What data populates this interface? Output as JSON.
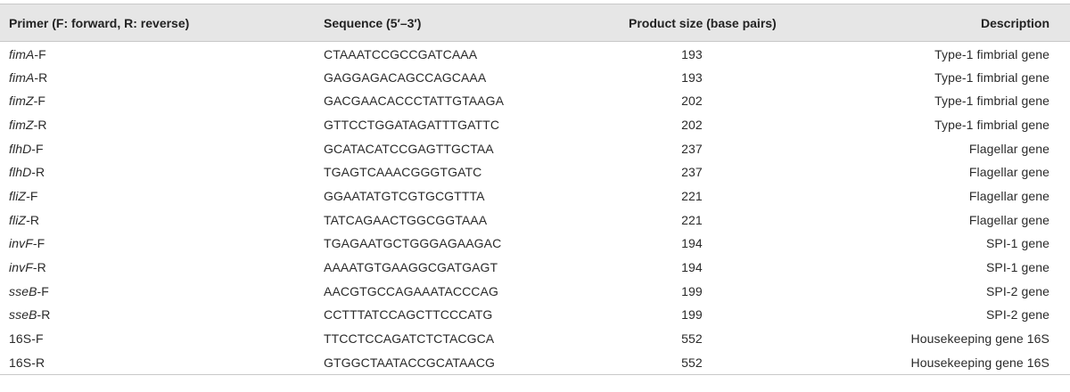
{
  "table": {
    "headers": {
      "primer": "Primer (F: forward, R: reverse)",
      "sequence": "Sequence (5′–3′)",
      "size": "Product size (base pairs)",
      "description": "Description"
    },
    "rows": [
      {
        "gene": "fimA",
        "suffix": "-F",
        "sequence": "CTAAATCCGCCGATCAAA",
        "size": "193",
        "description": "Type-1 fimbrial gene"
      },
      {
        "gene": "fimA",
        "suffix": "-R",
        "sequence": "GAGGAGACAGCCAGCAAA",
        "size": "193",
        "description": "Type-1 fimbrial gene"
      },
      {
        "gene": "fimZ",
        "suffix": "-F",
        "sequence": "GACGAACACCCTATTGTAAGA",
        "size": "202",
        "description": "Type-1 fimbrial gene"
      },
      {
        "gene": "fimZ",
        "suffix": "-R",
        "sequence": "GTTCCTGGATAGATTTGATTC",
        "size": "202",
        "description": "Type-1 fimbrial gene"
      },
      {
        "gene": "flhD",
        "suffix": "-F",
        "sequence": "GCATACATCCGAGTTGCTAA",
        "size": "237",
        "description": "Flagellar gene"
      },
      {
        "gene": "flhD",
        "suffix": "-R",
        "sequence": "TGAGTCAAACGGGTGATC",
        "size": "237",
        "description": "Flagellar gene"
      },
      {
        "gene": "fliZ",
        "suffix": "-F",
        "sequence": "GGAATATGTCGTGCGTTTA",
        "size": "221",
        "description": "Flagellar gene"
      },
      {
        "gene": "fliZ",
        "suffix": "-R",
        "sequence": "TATCAGAACTGGCGGTAAA",
        "size": "221",
        "description": "Flagellar gene"
      },
      {
        "gene": "invF",
        "suffix": "-F",
        "sequence": "TGAGAATGCTGGGAGAAGAC",
        "size": "194",
        "description": "SPI-1 gene"
      },
      {
        "gene": "invF",
        "suffix": "-R",
        "sequence": "AAAATGTGAAGGCGATGAGT",
        "size": "194",
        "description": "SPI-1 gene"
      },
      {
        "gene": "sseB",
        "suffix": "-F",
        "sequence": "AACGTGCCAGAAATACCCAG",
        "size": "199",
        "description": "SPI-2 gene"
      },
      {
        "gene": "sseB",
        "suffix": "-R",
        "sequence": "CCTTTATCCAGCTTCCCATG",
        "size": "199",
        "description": "SPI-2 gene"
      },
      {
        "gene": "",
        "suffix": "16S-F",
        "sequence": "TTCCTCCAGATCTCTACGCA",
        "size": "552",
        "description": "Housekeeping gene 16S"
      },
      {
        "gene": "",
        "suffix": "16S-R",
        "sequence": "GTGGCTAATACCGCATAACG",
        "size": "552",
        "description": "Housekeeping gene 16S"
      }
    ]
  }
}
